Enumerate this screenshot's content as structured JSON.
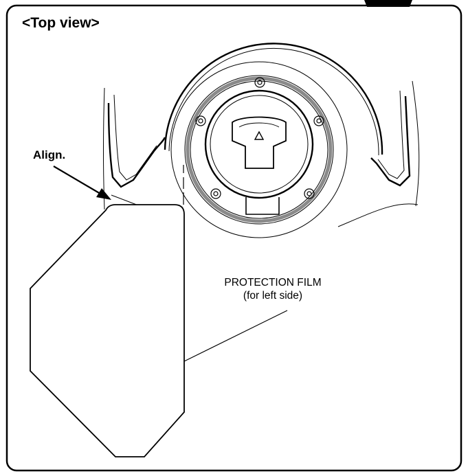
{
  "title": "<Top view>",
  "labels": {
    "align": "Align.",
    "film_name": "PROTECTION FILM",
    "film_side": "(for left side)"
  },
  "icons": {
    "cap_indicator": "triangle-icon"
  },
  "colors": {
    "line": "#000000",
    "ring": "#8a8a8a",
    "background": "#ffffff"
  }
}
